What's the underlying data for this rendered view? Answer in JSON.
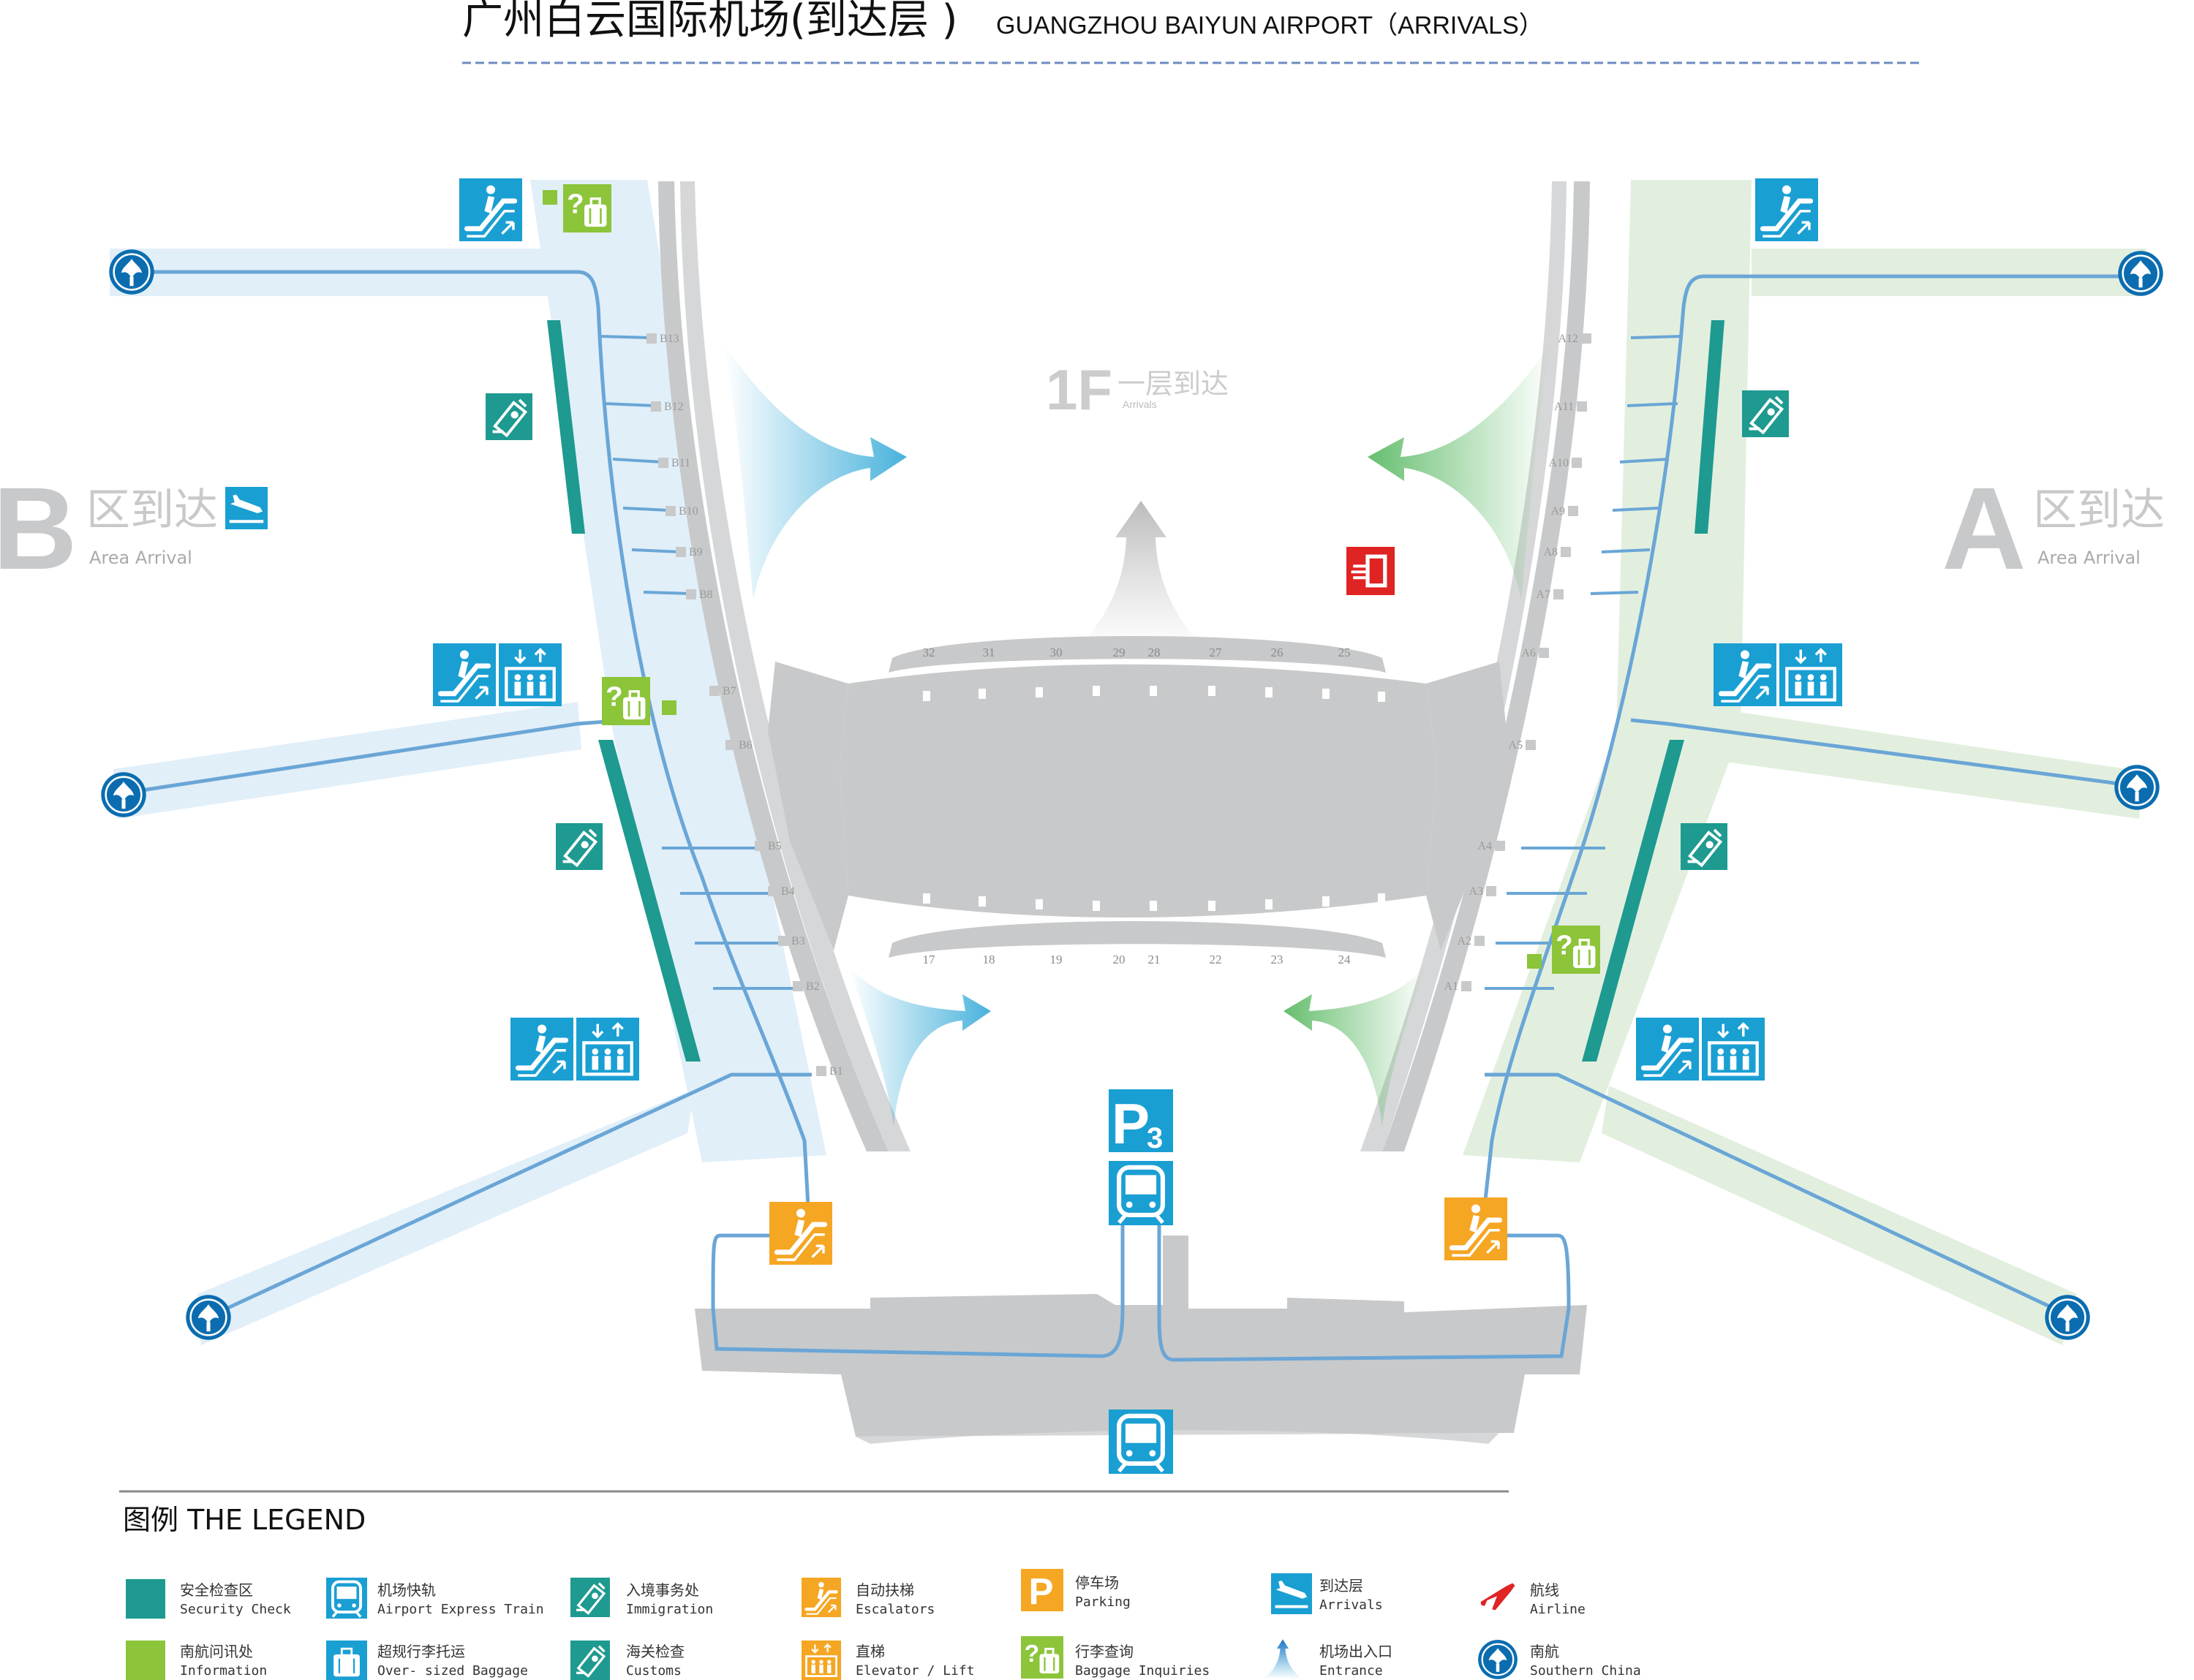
{
  "header": {
    "title_zh": "广州白云国际机场(到达层 )",
    "title_en": "GUANGZHOU  BAIYUN  AIRPORT（ARRIVALS）"
  },
  "floor": {
    "number": "1F",
    "label_zh": "一层到达",
    "label_en": "Arrivals"
  },
  "areas": {
    "b": {
      "letter": "B",
      "zh": "区到达",
      "en": "Area Arrival"
    },
    "a": {
      "letter": "A",
      "zh": "区到达",
      "en": "Area Arrival"
    }
  },
  "gates": {
    "b": [
      "B13",
      "B12",
      "B11",
      "B10",
      "B9",
      "B8",
      "B7",
      "B6",
      "B5",
      "B4",
      "B3",
      "B2",
      "B1"
    ],
    "a": [
      "A12",
      "A11",
      "A10",
      "A9",
      "A8",
      "A7",
      "A6",
      "A5",
      "A4",
      "A3",
      "A2",
      "A1"
    ]
  },
  "stands": {
    "top": [
      "32",
      "31",
      "30",
      "29",
      "28",
      "27",
      "26",
      "25"
    ],
    "bottom": [
      "17",
      "18",
      "19",
      "20",
      "21",
      "22",
      "23",
      "24"
    ]
  },
  "legend": {
    "title": "图例  THE LEGEND",
    "items": [
      {
        "icon": "security-check-icon",
        "zh": "安全检查区",
        "en": "Security Check"
      },
      {
        "icon": "airport-express-train-icon",
        "zh": "机场快轨",
        "en": "Airport Express Train"
      },
      {
        "icon": "immigration-icon",
        "zh": "入境事务处",
        "en": "Immigration"
      },
      {
        "icon": "escalator-icon",
        "zh": "自动扶梯",
        "en": "Escalators"
      },
      {
        "icon": "parking-icon",
        "zh": "停车场",
        "en": "Parking"
      },
      {
        "icon": "arrivals-icon",
        "zh": "到达层",
        "en": "Arrivals"
      },
      {
        "icon": "airline-icon",
        "zh": "航线",
        "en": "Airline"
      },
      {
        "icon": "information-icon",
        "zh": "南航问讯处",
        "en": "Information"
      },
      {
        "icon": "oversized-baggage-icon",
        "zh": "超规行李托运",
        "en": "Over- sized Baggage"
      },
      {
        "icon": "customs-icon",
        "zh": "海关检查",
        "en": "Customs"
      },
      {
        "icon": "elevator-icon",
        "zh": "直梯",
        "en": "Elevator / Lift"
      },
      {
        "icon": "baggage-inquiries-icon",
        "zh": "行李查询",
        "en": "Baggage Inquiries"
      },
      {
        "icon": "entrance-icon",
        "zh": "机场出入口",
        "en": "Entrance"
      },
      {
        "icon": "southern-china-icon",
        "zh": "南航",
        "en": "Southern China"
      }
    ]
  },
  "parking_label": "P3",
  "colors": {
    "teal": "#1e9a90",
    "blue": "#1a9fd3",
    "green": "#8cc43a",
    "orange": "#f5a623",
    "red": "#e02323",
    "navy": "#0b6db0",
    "gray": "#c8c9ca",
    "blue_zone": "#e1eff9",
    "green_zone": "#e2efdf",
    "route": "#6aa6d6"
  }
}
